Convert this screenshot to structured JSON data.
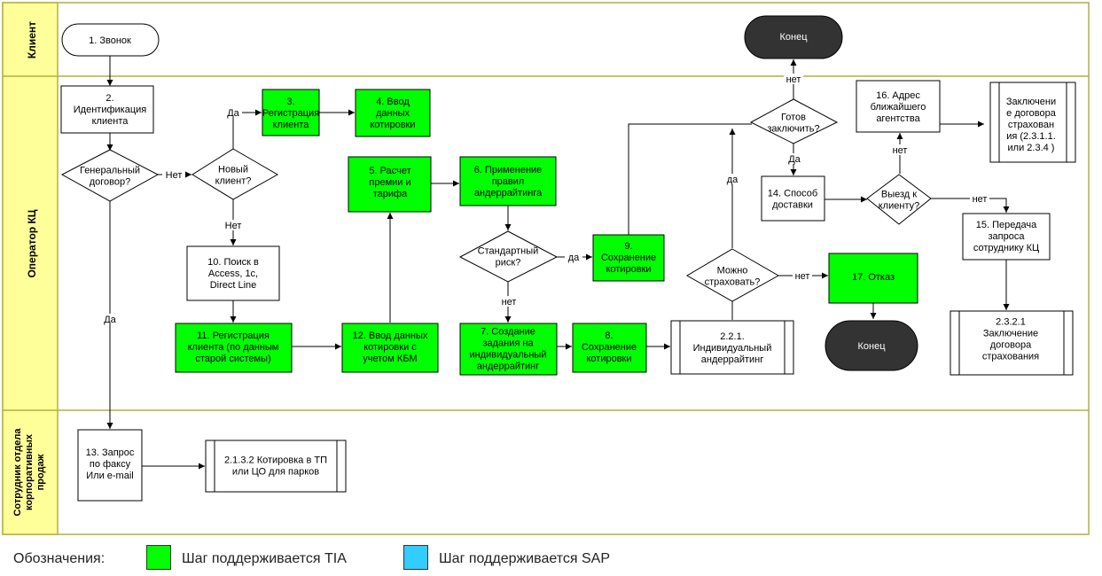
{
  "lanes": [
    {
      "id": "client",
      "label": "Клиент"
    },
    {
      "id": "operator",
      "label": "Оператор КЦ"
    },
    {
      "id": "corp",
      "label": "Сотрудник отдела корпоративных продаж",
      "lines": [
        "Сотрудник отдела",
        "корпоративных",
        "продаж"
      ]
    }
  ],
  "nodes": {
    "n1": [
      "1. Звонок"
    ],
    "n2": [
      "2.",
      "Идентификация",
      "клиента"
    ],
    "gen": [
      "Генеральный",
      "договор?"
    ],
    "newc": [
      "Новый",
      "клиент?"
    ],
    "n3": [
      "3.",
      "Регистрация",
      "клиента"
    ],
    "n4": [
      "4. Ввод",
      "данных",
      "котировки"
    ],
    "n5": [
      "5. Расчет",
      "премии и",
      "тарифа"
    ],
    "n6": [
      "6. Применение",
      "правил",
      "андеррайтинга"
    ],
    "std": [
      "Стандартный",
      "риск?"
    ],
    "n9": [
      "9.",
      "Сохранение",
      "котировки"
    ],
    "n10": [
      "10. Поиск в",
      "Access, 1c,",
      "Direct Line"
    ],
    "n11": [
      "11. Регистрация",
      "клиента (по данным",
      "старой системы)"
    ],
    "n12": [
      "12. Ввод данных",
      "котировки с",
      "учетом КБМ"
    ],
    "n7": [
      "7. Создание",
      "задания на",
      "индивидуальный",
      "андеррайтинг"
    ],
    "n8": [
      "8.",
      "Сохранение",
      "котировки"
    ],
    "n221": [
      "2.2.1.",
      "Индивидуальный",
      "андеррайтинг"
    ],
    "canins": [
      "Можно",
      "страховать?"
    ],
    "n17": [
      "17. Отказ"
    ],
    "ready": [
      "Готов",
      "заключить?"
    ],
    "end1": [
      "Конец"
    ],
    "end2": [
      "Конец"
    ],
    "n14": [
      "14. Способ",
      "доставки"
    ],
    "visit": [
      "Выезд к",
      "клиенту?"
    ],
    "n16": [
      "16. Адрес",
      "ближайшего",
      "агентства"
    ],
    "contract": [
      "Заключени",
      "е договора",
      "страхован",
      "ия (2.3.1.1.",
      "или 2.3.4 )"
    ],
    "n15": [
      "15. Передача",
      "запроса",
      "сотруднику КЦ"
    ],
    "n2321": [
      "2.3.2.1",
      "Заключение",
      "договора",
      "страхования"
    ],
    "n13": [
      "13. Запрос",
      "по факсу",
      "Или e-mail"
    ],
    "n2132": [
      "2.1.3.2 Котировка в ТП",
      "или ЦО для парков"
    ]
  },
  "edge_labels": {
    "gen_no": "Нет",
    "gen_yes": "Да",
    "new_yes": "Да",
    "new_no": "Нет",
    "std_yes": "да",
    "std_no": "нет",
    "can_no": "нет",
    "can_yes": "да",
    "ready_no": "нет",
    "ready_yes": "Да",
    "visit_yes": "нет",
    "visit_no": "нет"
  },
  "legend": {
    "title": "Обозначения:",
    "items": [
      {
        "label": "Шаг поддерживается TIA",
        "color": "#00ff00"
      },
      {
        "label": "Шаг поддерживается SAP",
        "color": "#33ccff"
      }
    ]
  },
  "colors": {
    "lane_header": "#ffff99",
    "lane_border": "#b0b040",
    "tia": "#00ff00",
    "terminal": "#333333"
  }
}
